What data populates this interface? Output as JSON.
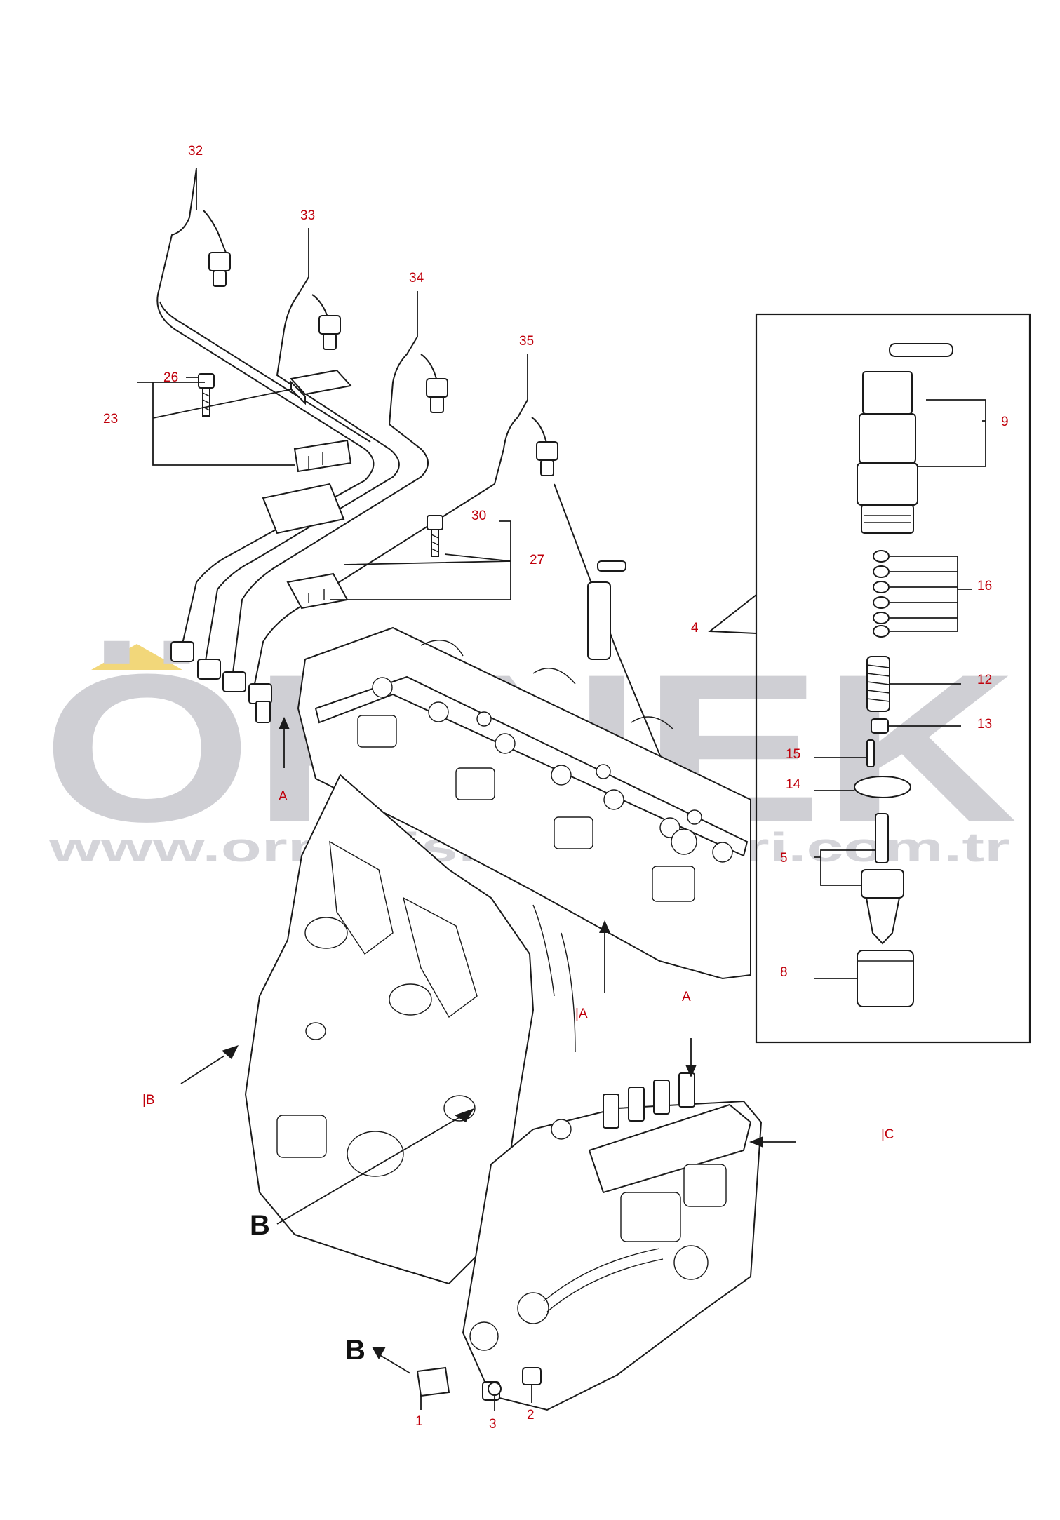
{
  "watermark": {
    "brand": "ÖRNEK",
    "url": "www.ornekismakinalari.com.tr",
    "brand_color": "#cfcfd4",
    "accent_color": "#f2d77a"
  },
  "callout_color": "#c0000b",
  "callouts": {
    "c32": "32",
    "c33": "33",
    "c34": "34",
    "c35": "35",
    "c26": "26",
    "c23": "23",
    "c30": "30",
    "c27": "27",
    "c4": "4",
    "c9": "9",
    "c16": "16",
    "c12": "12",
    "c13": "13",
    "c15": "15",
    "c14": "14",
    "c5": "5",
    "c8": "8",
    "c1": "1",
    "c2": "2",
    "c3": "3"
  },
  "view_labels": {
    "a_pipe_end": "A",
    "a_head": "|A",
    "a_pump": "A",
    "b_block": "|B",
    "c_pump": "|C"
  },
  "detail_letters": {
    "b_block": "B",
    "b_bracket": "B"
  }
}
